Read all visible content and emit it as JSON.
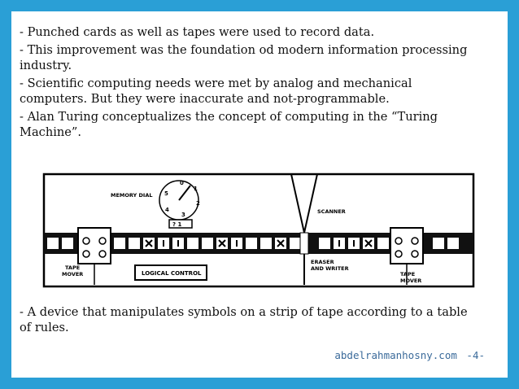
{
  "colors": {
    "frame": "#2a9fd6",
    "text": "#101010",
    "footer": "#3a6a9a"
  },
  "bullets": [
    "- Punched cards as well as tapes were used to record data.",
    "- This improvement was the foundation od modern information processing industry.",
    "- Scientific computing needs were met by analog and mechanical computers. But they were inaccurate and not-programmable.",
    "- Alan Turing conceptualizes the concept of computing in the “Turing Machine”."
  ],
  "figure": {
    "memory_dial_label": "MEMORY DIAL",
    "dial_numbers": [
      "0",
      "1",
      "2",
      "3",
      "4",
      "5"
    ],
    "dial_window": "? 1",
    "scanner_label": "SCANNER",
    "tape_mover_left": [
      "TAPE",
      "MOVER"
    ],
    "tape_mover_right": [
      "TAPE",
      "MOVER"
    ],
    "logical_control_label": "LOGICAL CONTROL",
    "eraser_writer_label": [
      "ERASER",
      "AND WRITER"
    ]
  },
  "caption": "- A device that manipulates symbols on a strip of tape according to a table of rules.",
  "footer": {
    "site": "abdelrahmanhosny.com",
    "page": "-4-"
  }
}
